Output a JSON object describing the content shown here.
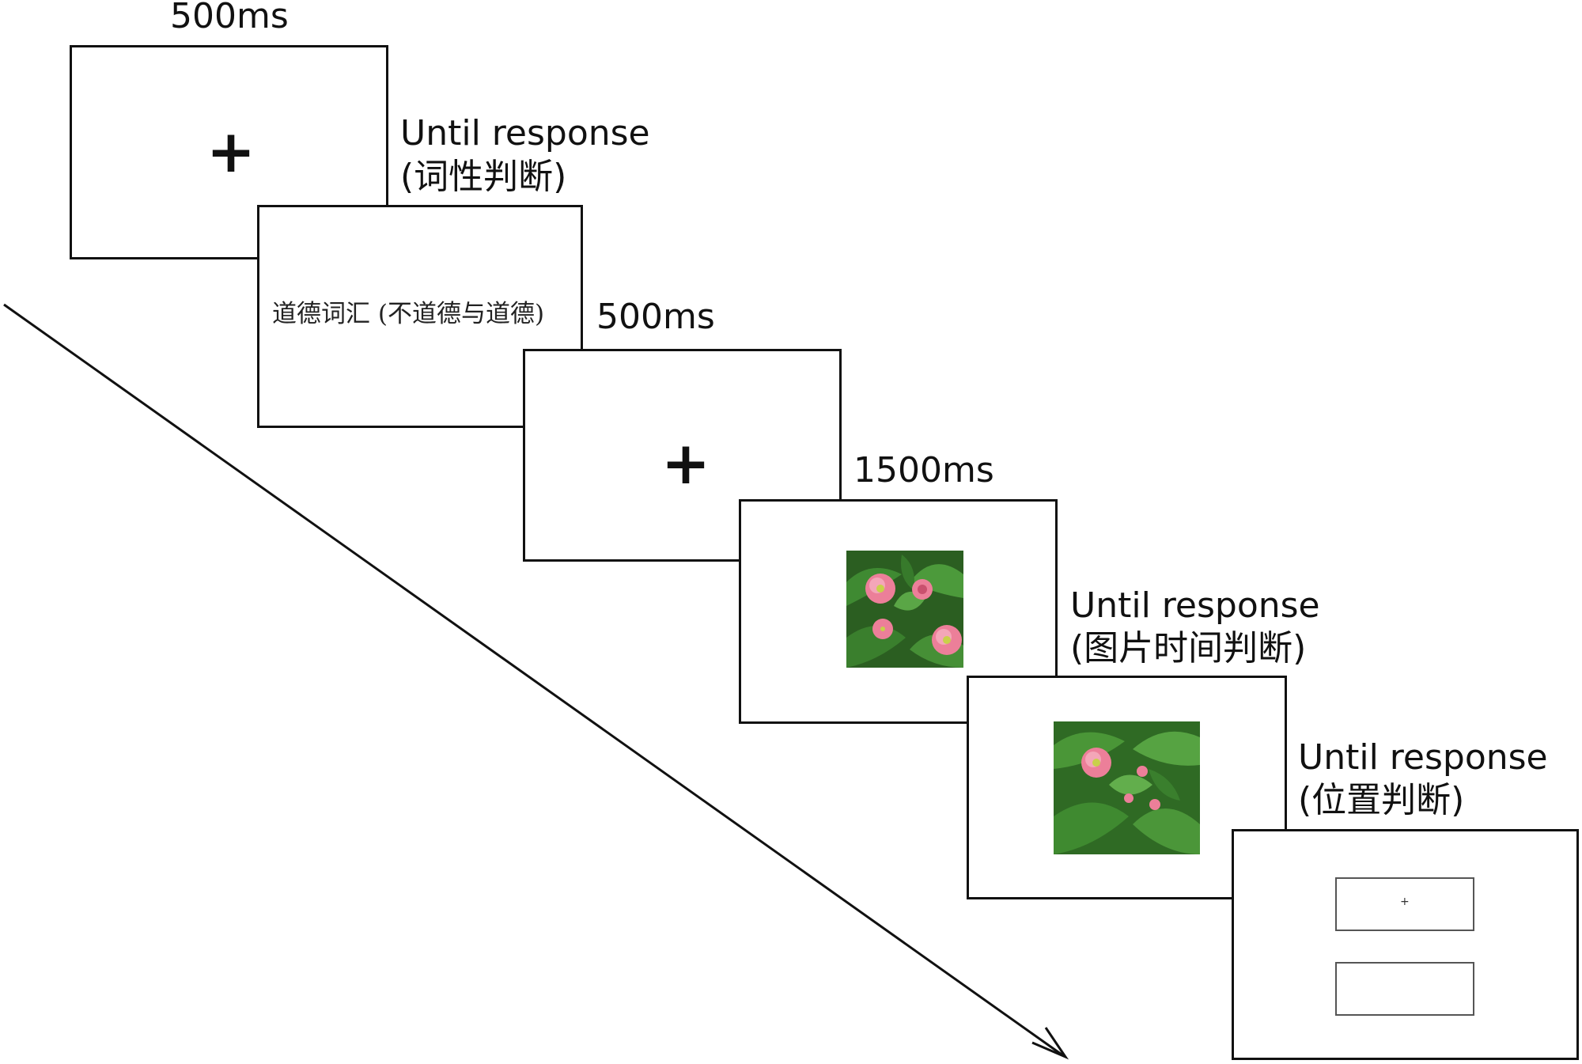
{
  "steps": [
    {
      "time": "500ms",
      "stimulus": "+"
    },
    {
      "time_line1": "Until response",
      "time_line2": "(词性判断)",
      "stimulus": "道德词汇 (不道德与道德)"
    },
    {
      "time": "500ms",
      "stimulus": "+"
    },
    {
      "time": "1500ms"
    },
    {
      "time_line1": "Until response",
      "time_line2": "(图片时间判断)"
    },
    {
      "time_line1": "Until response",
      "time_line2": "(位置判断)",
      "stimulus": "+"
    }
  ],
  "colors": {
    "line": "#111111",
    "leaf_green": "#2f6e25",
    "flower_pink": "#e87a95"
  }
}
